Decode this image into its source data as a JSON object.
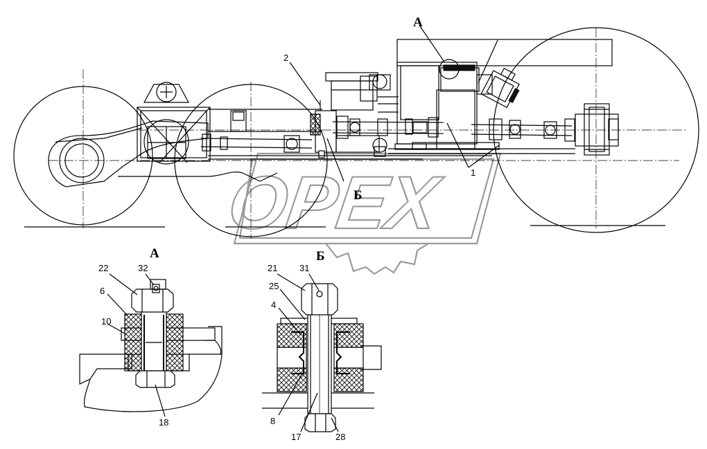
{
  "watermark": {
    "text": "OPEX"
  },
  "views": {
    "main": {
      "marker_a": "А",
      "marker_b": "Б"
    },
    "detail_a": {
      "title": "А"
    },
    "detail_b": {
      "title": "Б"
    }
  },
  "callouts": {
    "main": [
      "1",
      "2"
    ],
    "detail_a": [
      "22",
      "32",
      "6",
      "10",
      "18"
    ],
    "detail_b": [
      "21",
      "31",
      "25",
      "4",
      "8",
      "17",
      "28"
    ]
  }
}
